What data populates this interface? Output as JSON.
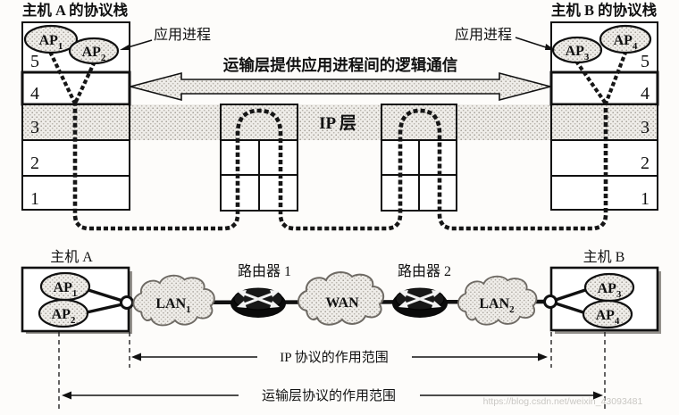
{
  "figure": {
    "top": {
      "host_a_stack_title": "主机 A 的协议栈",
      "host_b_stack_title": "主机 B 的协议栈",
      "app_process_left": "应用进程",
      "app_process_right": "应用进程",
      "transport_banner": "运输层提供应用进程间的逻辑通信",
      "ip_layer": "IP 层",
      "layers": [
        "5",
        "4",
        "3",
        "2",
        "1"
      ],
      "ap1": {
        "base": "AP",
        "sub": "1"
      },
      "ap2": {
        "base": "AP",
        "sub": "2"
      },
      "ap3": {
        "base": "AP",
        "sub": "3"
      },
      "ap4": {
        "base": "AP",
        "sub": "4"
      }
    },
    "bottom": {
      "host_a": "主机 A",
      "host_b": "主机 B",
      "router1": "路由器 1",
      "router2": "路由器 2",
      "lan1": {
        "base": "LAN",
        "sub": "1"
      },
      "lan2": {
        "base": "LAN",
        "sub": "2"
      },
      "wan": "WAN",
      "ap1": {
        "base": "AP",
        "sub": "1"
      },
      "ap2": {
        "base": "AP",
        "sub": "2"
      },
      "ap3": {
        "base": "AP",
        "sub": "3"
      },
      "ap4": {
        "base": "AP",
        "sub": "4"
      },
      "ip_scope": "IP 协议的作用范围",
      "transport_scope": "运输层协议的作用范围"
    },
    "watermark": "https://blog.csdn.net/weixin_43093481",
    "colors": {
      "ink": "#111111",
      "halftone": "#a19c94",
      "watermark": "#c9c7c3"
    }
  }
}
